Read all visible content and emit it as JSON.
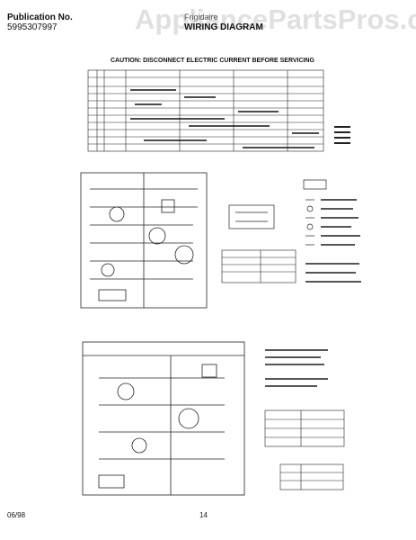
{
  "header": {
    "publication_label": "Publication No.",
    "publication_number": "5995307997",
    "brand": "Frigidaire",
    "title": "WIRING DIAGRAM"
  },
  "watermark": "AppliancePartsPros.com",
  "caution": "CAUTION: DISCONNECT ELECTRIC CURRENT BEFORE SERVICING",
  "footer": {
    "date": "06/98",
    "page": "14"
  }
}
